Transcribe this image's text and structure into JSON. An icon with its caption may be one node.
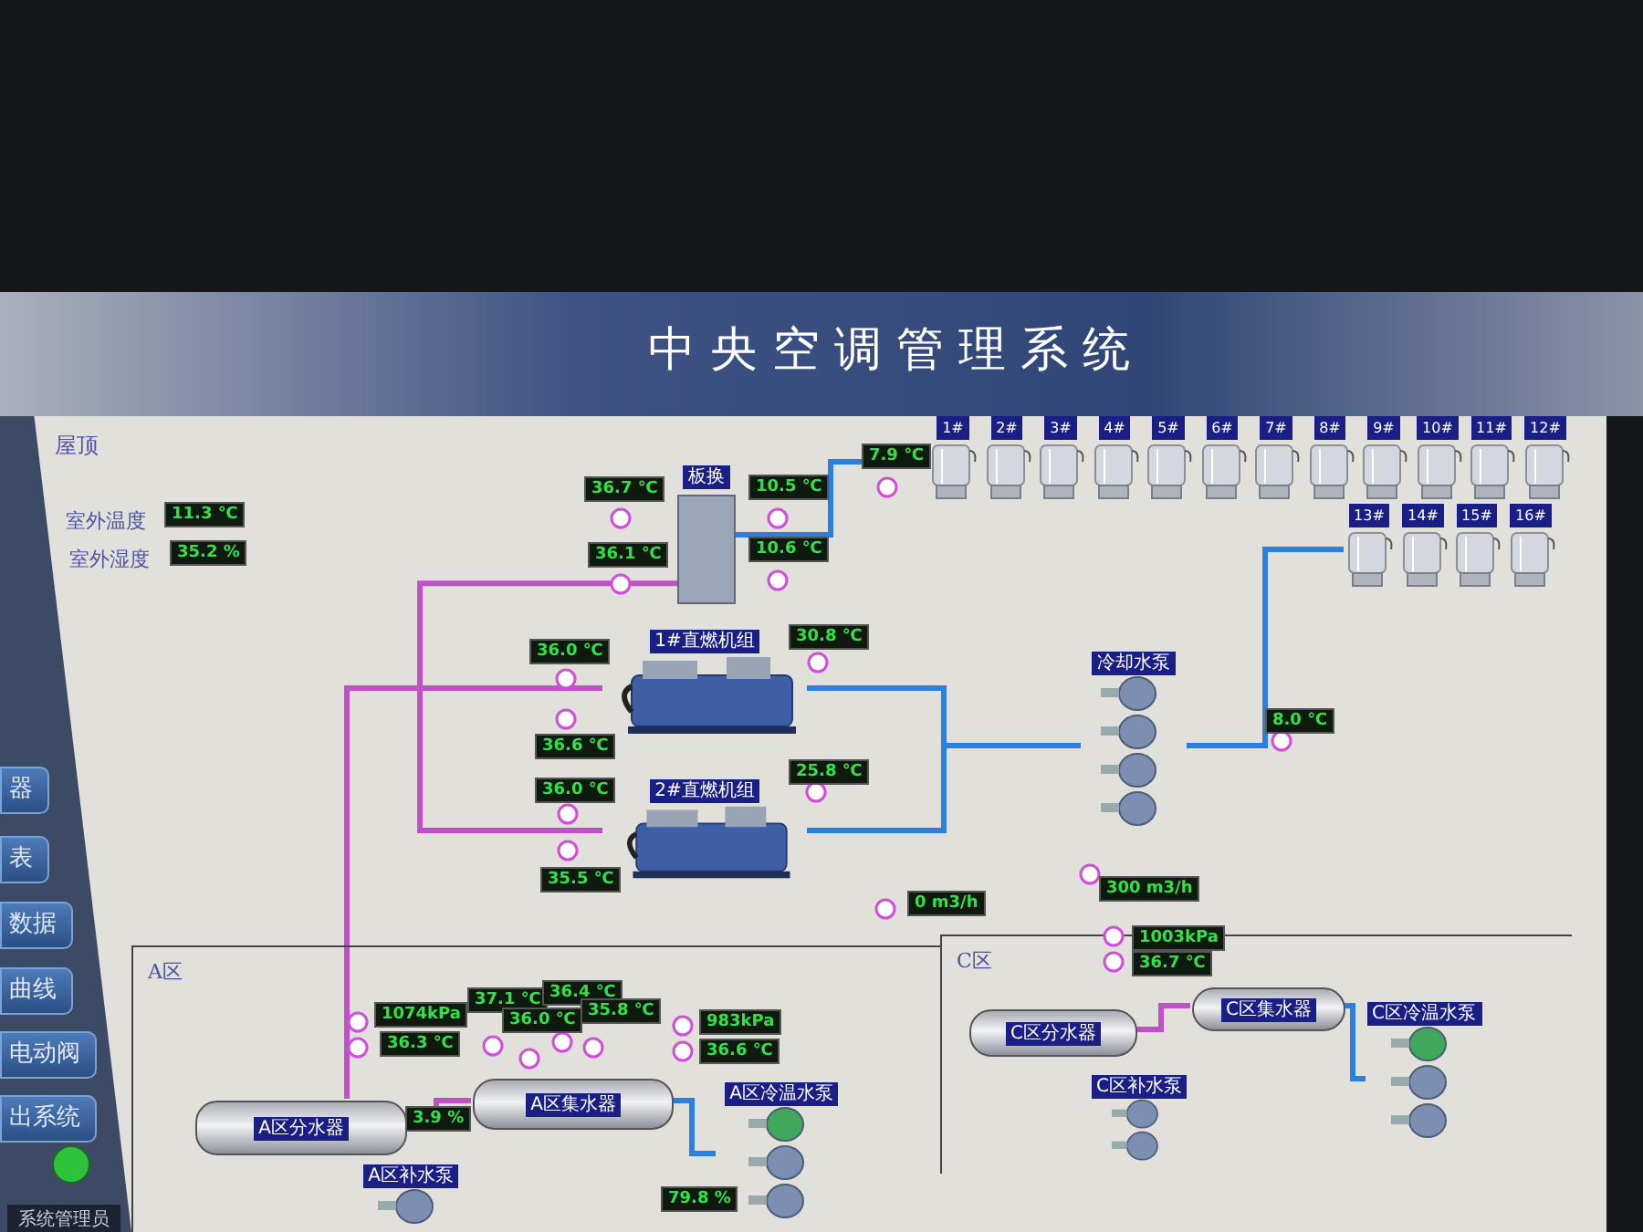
{
  "diagram": {
    "title": "中央空调管理系统",
    "nodes": [
      {
        "text": [
          "板换"
        ]
      },
      {
        "text": [
          "1#"
        ]
      },
      {
        "text": [
          "2#"
        ]
      },
      {
        "text": [
          "3#"
        ]
      },
      {
        "text": [
          "4#"
        ]
      },
      {
        "text": [
          "5#"
        ]
      },
      {
        "text": [
          "6#"
        ]
      },
      {
        "text": [
          "7#"
        ]
      },
      {
        "text": [
          "8#"
        ]
      },
      {
        "text": [
          "9#"
        ]
      },
      {
        "text": [
          "10#"
        ]
      },
      {
        "text": [
          "11#"
        ]
      },
      {
        "text": [
          "12#"
        ]
      },
      {
        "text": [
          "13#"
        ]
      },
      {
        "text": [
          "14#"
        ]
      },
      {
        "text": [
          "15#"
        ]
      },
      {
        "text": [
          "16#"
        ]
      },
      {
        "text": [
          "1#直燃机组"
        ]
      },
      {
        "text": [
          "2#直燃机组"
        ]
      },
      {
        "text": [
          "冷却水泵"
        ]
      },
      {
        "text": [
          "A区"
        ]
      },
      {
        "text": [
          "A区分水器"
        ],
        "in": 20
      },
      {
        "text": [
          "A区集水器"
        ],
        "in": 20
      },
      {
        "text": [
          "A区冷温水泵"
        ],
        "in": 20
      },
      {
        "text": [
          "A区补水泵"
        ],
        "in": 20
      },
      {
        "text": [
          "C区"
        ]
      },
      {
        "text": [
          "C区分水器"
        ],
        "in": 25
      },
      {
        "text": [
          "C区集水器"
        ],
        "in": 25
      },
      {
        "text": [
          "C区冷温水泵"
        ],
        "in": 25
      },
      {
        "text": [
          "C区补水泵"
        ],
        "in": 25
      }
    ],
    "edges": [
      {
        "from": 0,
        "to": 1,
        "arrow": "none"
      },
      {
        "from": 17,
        "to": 19,
        "arrow": "none"
      },
      {
        "from": 18,
        "to": 19,
        "arrow": "none"
      },
      {
        "from": 19,
        "to": 13,
        "arrow": "none"
      },
      {
        "from": 17,
        "to": 21,
        "arrow": "none",
        "color": "#c050c8"
      },
      {
        "from": 0,
        "to": 18,
        "arrow": "none",
        "color": "#c050c8"
      },
      {
        "from": 21,
        "to": 22,
        "arrow": "none",
        "color": "#c050c8"
      },
      {
        "from": 22,
        "to": 23,
        "arrow": "none"
      },
      {
        "from": 26,
        "to": 27,
        "arrow": "none",
        "color": "#c050c8"
      },
      {
        "from": 27,
        "to": 28,
        "arrow": "none"
      }
    ],
    "labels": [
      "屋顶",
      "室外温度",
      "11.3 ℃",
      "室外湿度",
      "35.2 %",
      "36.7 ℃",
      "10.5 ℃",
      "36.1 ℃",
      "10.6 ℃",
      "7.9 ℃",
      "36.0 ℃",
      "30.8 ℃",
      "36.6 ℃",
      "36.0 ℃",
      "25.8 ℃",
      "35.5 ℃",
      "8.0 ℃",
      "0 m3/h",
      "300 m3/h",
      "1074kPa",
      "36.3 ℃",
      "37.1 ℃",
      "36.0 ℃",
      "36.4 ℃",
      "35.8 ℃",
      "983kPa",
      "36.6 ℃",
      "3.9 %",
      "79.8 %",
      "1003kPa",
      "36.7 ℃",
      "器",
      "表",
      "数据",
      "曲线",
      "电动阀",
      "出系统",
      "系统管理员"
    ]
  }
}
